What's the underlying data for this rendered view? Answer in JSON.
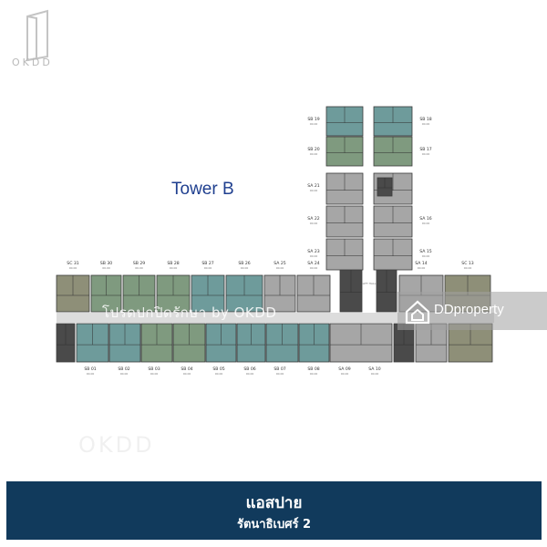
{
  "logo": {
    "text": "OKDD",
    "icon": "door-logo-icon"
  },
  "tower_title": "Tower B",
  "watermarks": {
    "thai_text": "โปรดปกปิดรักษา by OKDD",
    "dd_text": "DDproperty",
    "faint_text": "OKDD"
  },
  "banner": {
    "title": "แอสปาย",
    "subtitle": "รัตนาธิเบศร์ 2"
  },
  "corridor_labels": {
    "lift_hall": "LIFT HALL"
  },
  "units": {
    "top_row": [
      "SC 31",
      "SB 30",
      "SB 29",
      "SB 28",
      "SB 27",
      "SB 26",
      "SA 25",
      "SA 24",
      "SA 14",
      "SC 13"
    ],
    "bottom_row": [
      "SB 01",
      "SB 02",
      "SB 03",
      "SB 04",
      "SB 05",
      "SB 06",
      "SB 07",
      "SB 08",
      "SA 09",
      "SA 10"
    ],
    "wing_left": [
      "SB 19",
      "SB 20",
      "SA 21",
      "SA 22",
      "SA 23"
    ],
    "wing_right": [
      "SB 18",
      "SB 17",
      "SA 16",
      "SA 15"
    ],
    "unit_area": "00.00"
  },
  "colors": {
    "teal": "#6e9b9b",
    "green": "#7f9a7f",
    "olive": "#8e8f78",
    "gray": "#a6a6a6",
    "dark": "#4a4a4a",
    "banner": "#113a5c",
    "title": "#1f3f8f"
  }
}
